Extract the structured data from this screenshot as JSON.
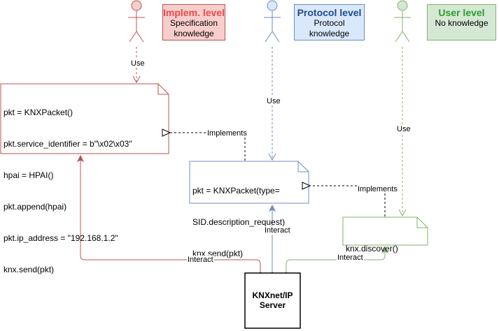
{
  "levels": [
    {
      "id": "impl",
      "title": "Implem. level",
      "desc1": "Specification",
      "desc2": "knowledge",
      "title_color": "#ea4b4b",
      "fill": "#f8cecc",
      "stroke": "#b85450"
    },
    {
      "id": "proto",
      "title": "Protocol level",
      "desc1": "Protocol",
      "desc2": "knowledge",
      "title_color": "#1a4b8c",
      "fill": "#dae8fc",
      "stroke": "#6c8ebf"
    },
    {
      "id": "user",
      "title": "User level",
      "desc1": "No knowledge",
      "desc2": "",
      "title_color": "#2d9b2d",
      "fill": "#d5e8d4",
      "stroke": "#82b366"
    }
  ],
  "notes": {
    "impl": [
      "pkt = KNXPacket()",
      "pkt.service_identifier = b\"\\x02\\x03\"",
      "hpai = HPAI()",
      "pkt.append(hpai)",
      "pkt.ip_address = \"192.168.1.2\"",
      "knx.send(pkt)"
    ],
    "proto": [
      "pkt = KNXPacket(type=",
      "SID.description_request)",
      "knx.send(pkt)"
    ],
    "user": [
      "knx.discover()"
    ]
  },
  "server": {
    "line1": "KNXnet/IP",
    "line2": "Server"
  },
  "edges": {
    "use": "Use",
    "implements": "Implements",
    "interact": "Interact"
  },
  "colors": {
    "red": "#b85450",
    "blue": "#6c8ebf",
    "green": "#82b366",
    "dark": "#000000"
  }
}
